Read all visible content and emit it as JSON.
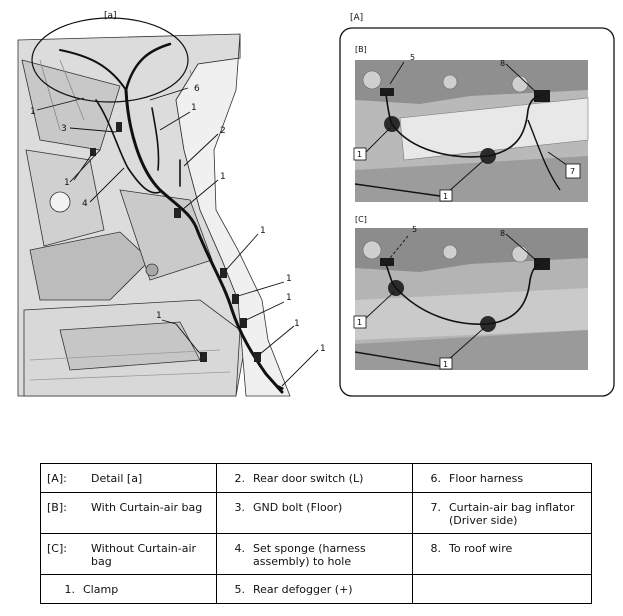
{
  "figure": {
    "detail_tag": "[a]",
    "inset_tag": "[A]",
    "panel_b_tag": "[B]",
    "panel_c_tag": "[C]",
    "callouts": {
      "c1": "1",
      "c2": "1",
      "c3": "1",
      "c4": "1",
      "c5": "1",
      "c6": "1",
      "c7": "1",
      "c8": "1",
      "c9": "1",
      "c10": "1",
      "c_two": "2",
      "c_three": "3",
      "c_four": "4",
      "c_six": "6",
      "b_five": "5",
      "b_eight": "8",
      "b_one_a": "1",
      "b_one_b": "1",
      "b_seven": "7",
      "c_five": "5",
      "c_eight": "8",
      "c_one_a": "1",
      "c_one_b": "1"
    }
  },
  "legend": {
    "rows": [
      [
        {
          "k": "[A]:",
          "v": "Detail [a]"
        },
        {
          "k": "2.",
          "v": "Rear door switch (L)"
        },
        {
          "k": "6.",
          "v": "Floor harness"
        }
      ],
      [
        {
          "k": "[B]:",
          "v": "With Curtain-air bag"
        },
        {
          "k": "3.",
          "v": "GND bolt (Floor)"
        },
        {
          "k": "7.",
          "v": "Curtain-air bag inflator (Driver side)"
        }
      ],
      [
        {
          "k": "[C]:",
          "v": "Without Curtain-air bag"
        },
        {
          "k": "4.",
          "v": "Set sponge (harness assembly) to hole"
        },
        {
          "k": "8.",
          "v": "To roof wire"
        }
      ],
      [
        {
          "k": "1.",
          "v": "Clamp"
        },
        {
          "k": "5.",
          "v": "Rear defogger (+)"
        },
        {
          "k": "",
          "v": ""
        }
      ]
    ]
  }
}
